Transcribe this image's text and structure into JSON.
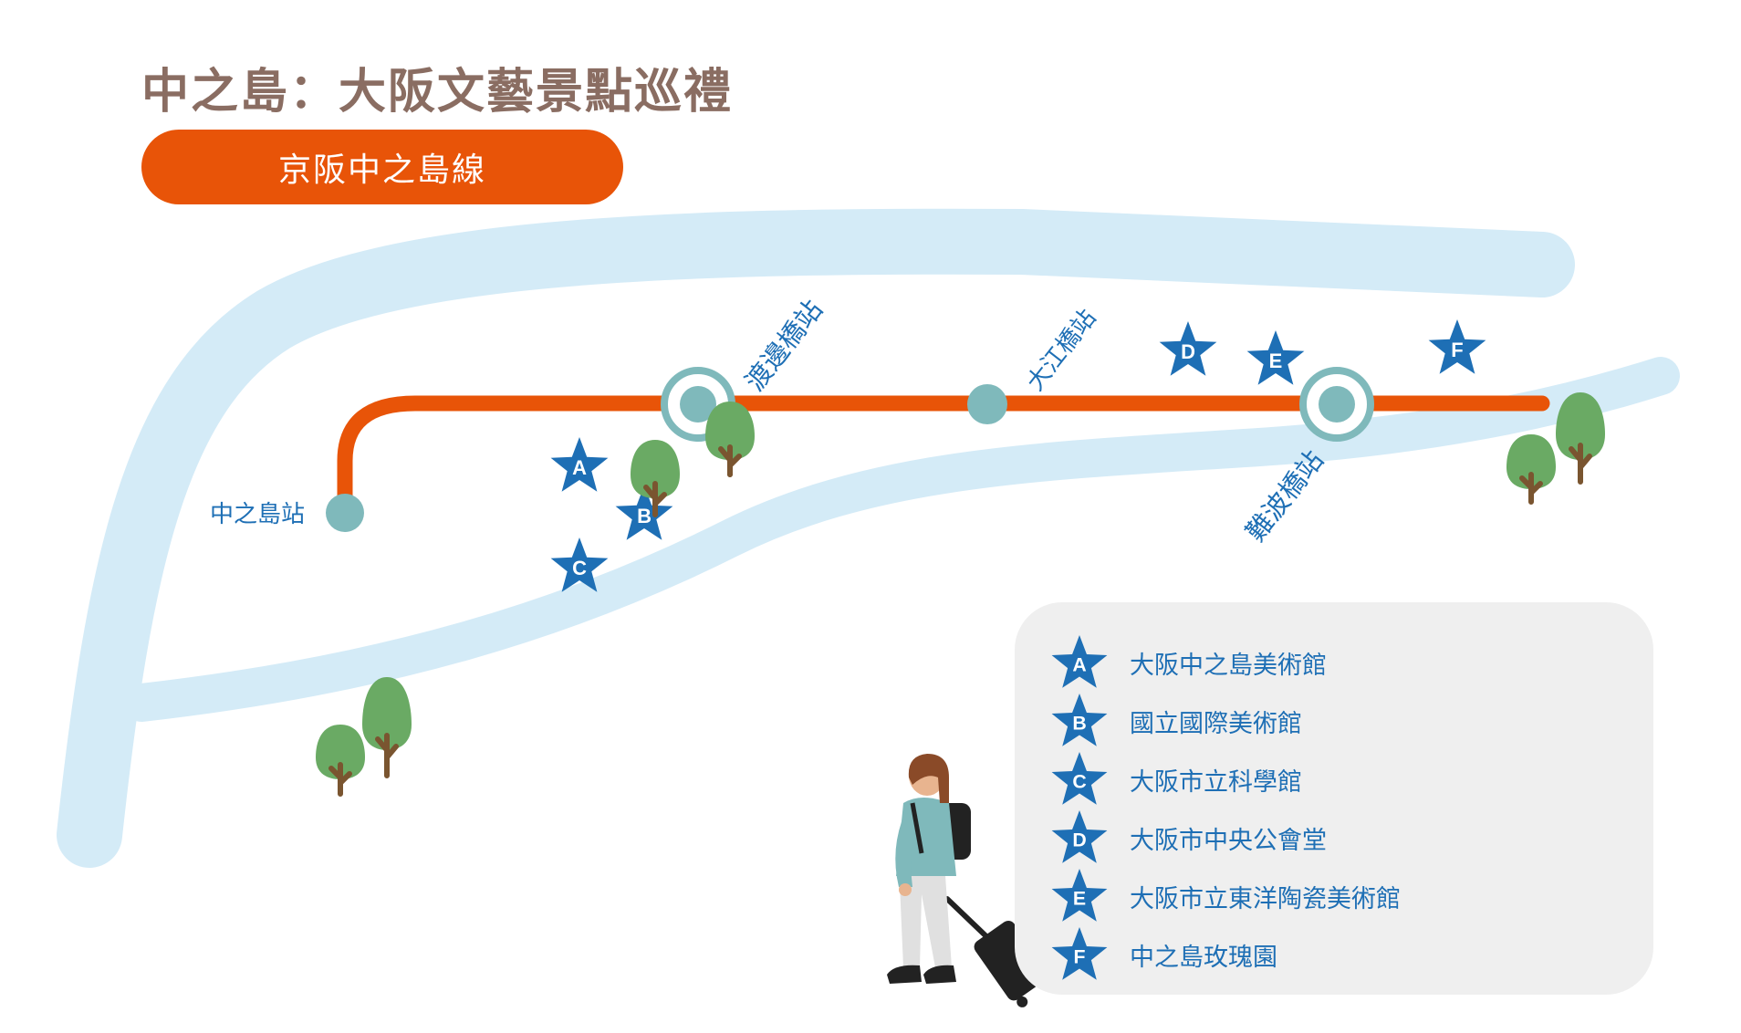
{
  "title": "中之島：大阪文藝景點巡禮",
  "line_name": "京阪中之島線",
  "stations": {
    "nakanoshima": "中之島站",
    "watanabebashi": "渡邊橋站",
    "oebashi": "大江橋站",
    "naniwabashi": "難波橋站"
  },
  "legend": [
    {
      "letter": "A",
      "name": "大阪中之島美術館"
    },
    {
      "letter": "B",
      "name": "國立國際美術館"
    },
    {
      "letter": "C",
      "name": "大阪市立科學館"
    },
    {
      "letter": "D",
      "name": "大阪市中央公會堂"
    },
    {
      "letter": "E",
      "name": "大阪市立東洋陶瓷美術館"
    },
    {
      "letter": "F",
      "name": "中之島玫瑰園"
    }
  ],
  "colors": {
    "river": "#d4ebf7",
    "line": "#e85408",
    "station": "#7fb9bb",
    "star": "#1e6fb5",
    "title": "#8a6d62",
    "tree": "#6aaa64",
    "trunk": "#7a5530",
    "legend_bg": "#efefef"
  }
}
